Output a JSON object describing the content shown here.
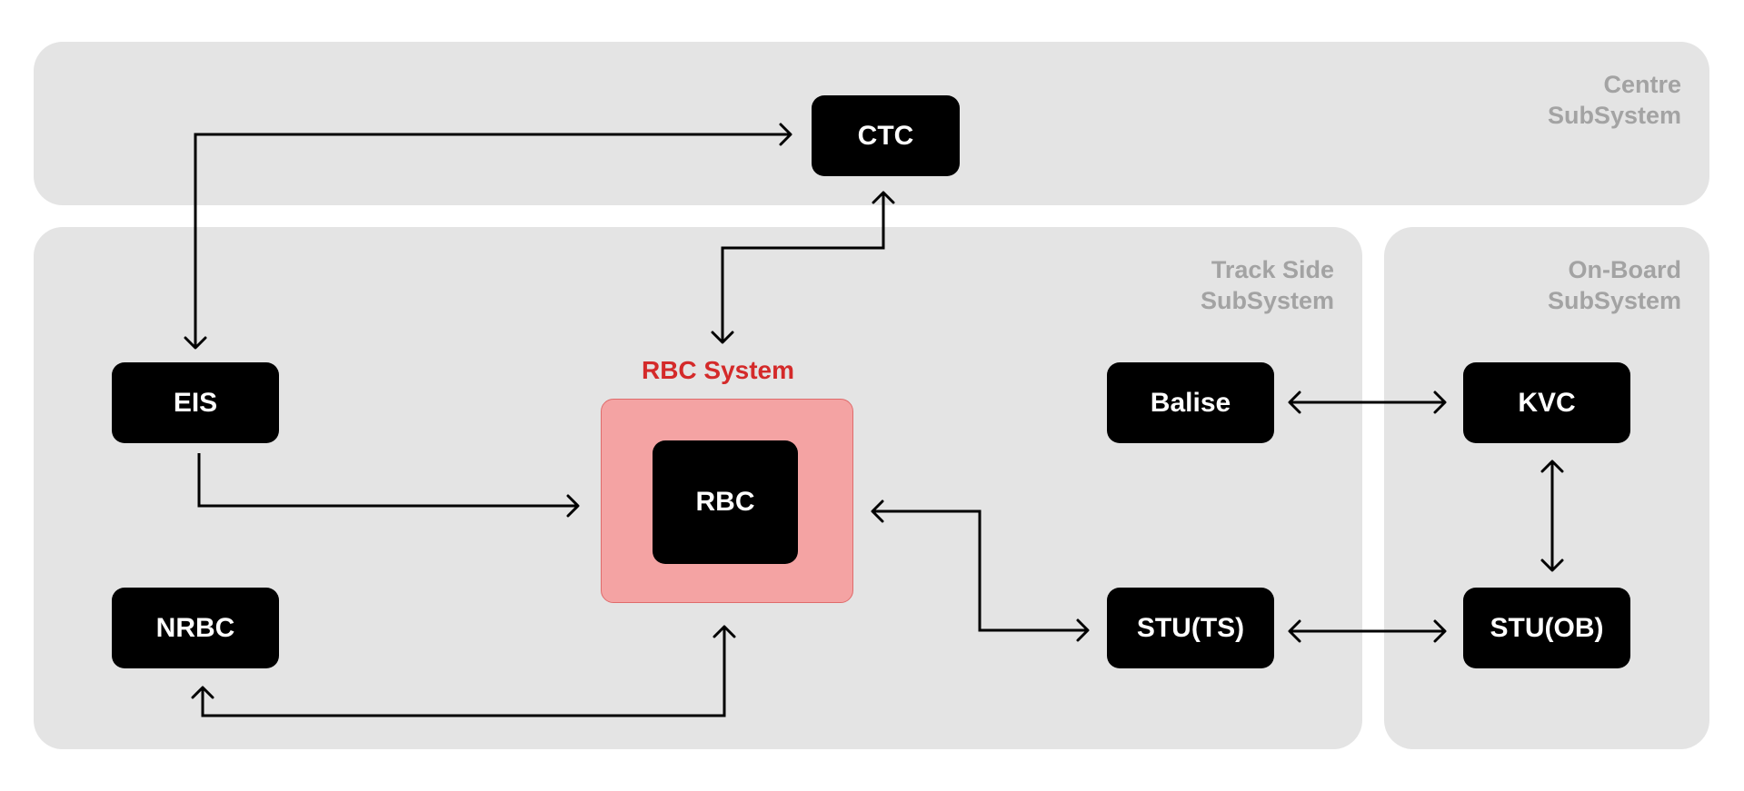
{
  "diagram": {
    "subsystems": {
      "centre": {
        "title": "Centre\nSubSystem"
      },
      "track": {
        "title": "Track Side\nSubSystem"
      },
      "onboard": {
        "title": "On-Board\nSubSystem"
      }
    },
    "rbc_system": {
      "label": "RBC System",
      "label_color": "#d42a2a",
      "fill_color": "#f4a3a3"
    },
    "nodes": {
      "ctc": {
        "label": "CTC",
        "subsystem": "centre"
      },
      "eis": {
        "label": "EIS",
        "subsystem": "track"
      },
      "nrbc": {
        "label": "NRBC",
        "subsystem": "track"
      },
      "rbc": {
        "label": "RBC",
        "subsystem": "track",
        "group": "RBC System"
      },
      "balise": {
        "label": "Balise",
        "subsystem": "track"
      },
      "stuts": {
        "label": "STU(TS)",
        "subsystem": "track"
      },
      "kvc": {
        "label": "KVC",
        "subsystem": "onboard"
      },
      "stuob": {
        "label": "STU(OB)",
        "subsystem": "onboard"
      }
    },
    "connections": [
      {
        "from": "EIS",
        "to": "CTC",
        "direction": "bidirectional"
      },
      {
        "from": "RBC System",
        "to": "CTC",
        "direction": "bidirectional"
      },
      {
        "from": "EIS",
        "to": "RBC System",
        "direction": "forward"
      },
      {
        "from": "NRBC",
        "to": "RBC System",
        "direction": "bidirectional"
      },
      {
        "from": "RBC System",
        "to": "STU(TS)",
        "direction": "bidirectional"
      },
      {
        "from": "Balise",
        "to": "KVC",
        "direction": "bidirectional"
      },
      {
        "from": "KVC",
        "to": "STU(OB)",
        "direction": "bidirectional"
      },
      {
        "from": "STU(TS)",
        "to": "STU(OB)",
        "direction": "bidirectional"
      }
    ],
    "colors": {
      "panel_background": "#e4e4e4",
      "panel_title": "#a3a3a3",
      "node_background": "#000000",
      "node_text": "#ffffff",
      "connector": "#000000"
    }
  }
}
